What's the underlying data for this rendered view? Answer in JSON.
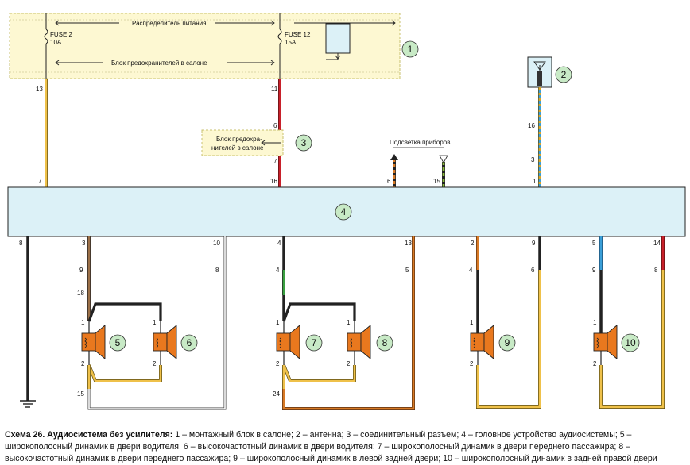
{
  "labels": {
    "power_distributor": "Распределитель питания",
    "fuse_block": "Блок предохранителей в салоне",
    "fuse2_name": "FUSE 2",
    "fuse2_rating": "10A",
    "fuse12_name": "FUSE 12",
    "fuse12_rating": "15A",
    "connector_line1": "Блок предохра-",
    "connector_line2": "нителей в салоне",
    "backlight": "Подсветка приборов"
  },
  "callouts": [
    "1",
    "2",
    "3",
    "4",
    "5",
    "6",
    "7",
    "8",
    "9",
    "10"
  ],
  "pins": {
    "p13": "13",
    "p7": "7",
    "p11": "11",
    "p6": "6",
    "p7b": "7",
    "p16": "16",
    "b6": "6",
    "b15": "15",
    "a16": "16",
    "a3": "3",
    "a1": "1",
    "h8": "8",
    "h3": "3",
    "h10": "10",
    "h4": "4",
    "h13": "13",
    "h2": "2",
    "h9": "9",
    "h5": "5",
    "h14": "14",
    "c9": "9",
    "c18": "18",
    "c8": "8",
    "c4": "4",
    "c5": "5",
    "c4b": "4",
    "c6": "6",
    "c9b": "9",
    "c8b": "8",
    "s1a": "1",
    "s1b": "1",
    "s1c": "1",
    "s1d": "1",
    "s1e": "1",
    "s1f": "1",
    "s2a": "2",
    "s2b": "2",
    "s2c": "2",
    "s2d": "2",
    "s2e": "2",
    "s2f": "2",
    "g15": "15",
    "g24": "24"
  },
  "caption": {
    "title": "Схема 26. Аудиосистема без усилителя:",
    "text": " 1 – монтажный блок в салоне; 2 – антенна; 3 – соединительный разъем; 4 – головное устройство аудиосистемы; 5 – широкополосный динамик в двери водителя; 6 – высокочастотный динамик в двери водителя; 7 – широкополосный динамик в двери переднего пассажира; 8 – высокочастотный динамик в двери переднего пассажира; 9 – широкополосный динамик в левой задней двери; 10 – широкополосный динамик в задней правой двери"
  },
  "colors": {
    "block_fill": "#fdf8d2",
    "block_border": "#c9c270",
    "head_fill": "#dcf1f7",
    "head_border": "#222222",
    "speaker": "#e9781e",
    "callout_fill": "#c8eac6",
    "wire_yellow": "#efc14a",
    "wire_red": "#c8202a",
    "wire_brown": "#9b7048",
    "wire_orange": "#d87a26",
    "wire_blue": "#3a9fd8"
  }
}
